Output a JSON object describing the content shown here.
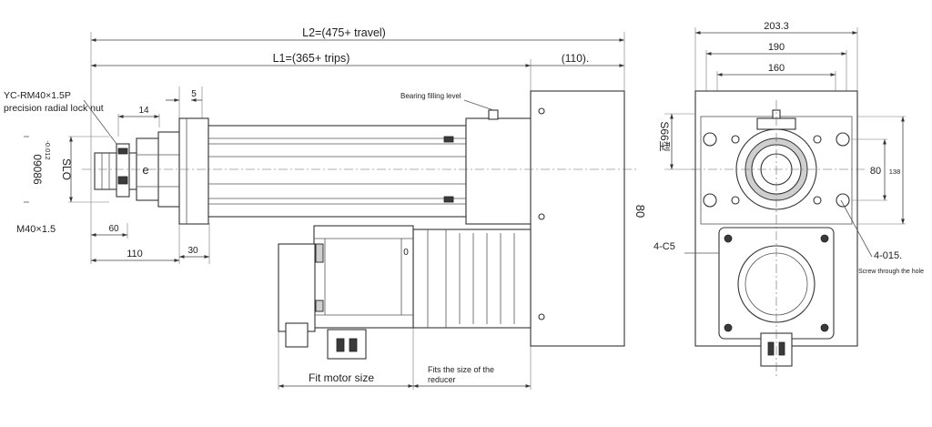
{
  "dimensions": {
    "l2": "L2=(475+ travel)",
    "l1": "L1=(365+ trips)",
    "d110_paren": "(110).",
    "d5": "5",
    "d14": "14",
    "d60": "60",
    "d110": "110",
    "d30": "30",
    "d203": "203.3",
    "d190": "190",
    "d160": "160",
    "d80_side": "80",
    "d80_front": "80",
    "d138": "138",
    "s": "S66型",
    "c5": "4-C5",
    "h4015": "4-015."
  },
  "labels": {
    "lock_nut_line1": "YC-RM40×1.5P",
    "lock_nut_line2": "precision radial lock nut",
    "bearing_level": "Bearing filling level",
    "fit_motor": "Fit motor size",
    "fit_reducer_line1": "Fits the size of the",
    "fit_reducer_line2": "reducer",
    "screw_hole": "Screw through the hole",
    "m40": "M40×1.5",
    "slo": "SLO",
    "shaft_dia": "09086",
    "tolerance": "-0.012",
    "e_mark": "e",
    "zero_mark": "0"
  }
}
